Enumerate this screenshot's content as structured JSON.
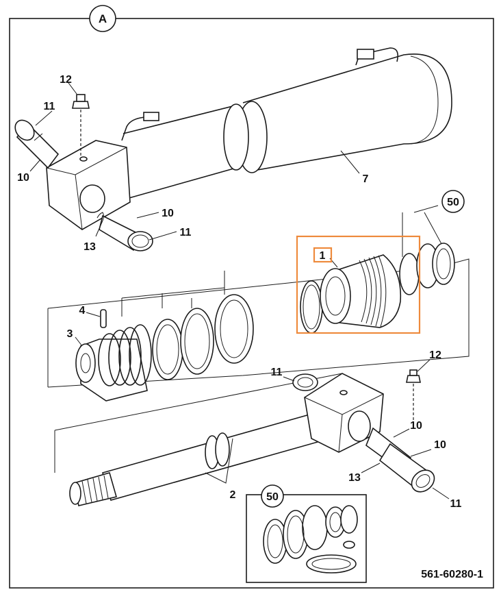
{
  "diagram": {
    "view_label": "A",
    "reference_number": "561-60280-1",
    "highlight_color": "#ee8a3c",
    "callouts": {
      "c12_top": "12",
      "c11_top": "11",
      "c10_left": "10",
      "c10_mid": "10",
      "c11_mid": "11",
      "c13_left": "13",
      "c7": "7",
      "c50_main": "50",
      "c1": "1",
      "c4": "4",
      "c3": "3",
      "c11_rod": "11",
      "c12_rod": "12",
      "c10_rod_a": "10",
      "c10_rod_b": "10",
      "c13_rod": "13",
      "c11_rod_bottom": "11",
      "c2": "2",
      "c50_kit": "50"
    }
  }
}
